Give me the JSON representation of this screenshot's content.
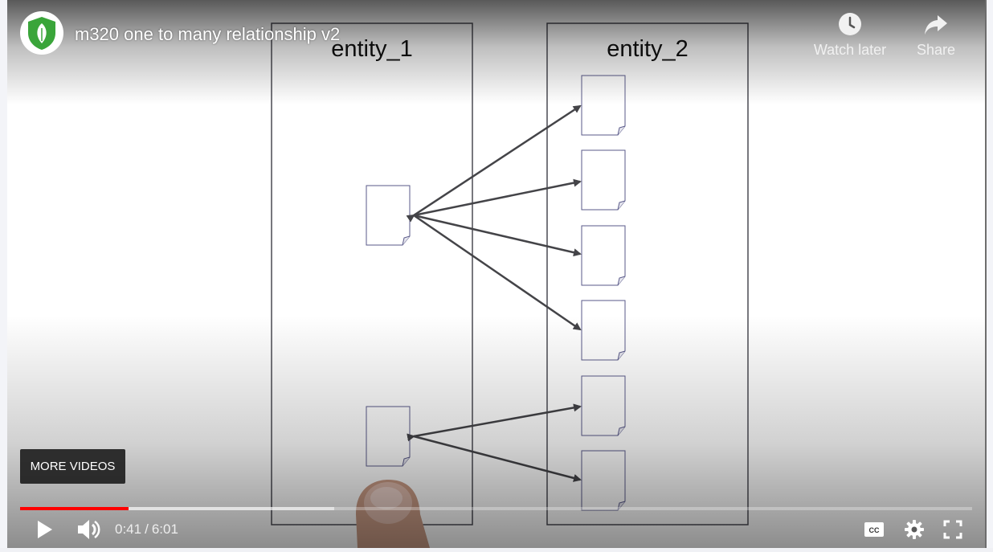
{
  "player": {
    "title": "m320 one to many relationship v2",
    "watch_later_label": "Watch later",
    "share_label": "Share",
    "more_videos_label": "MORE VIDEOS",
    "current_time": "0:41",
    "duration": "6:01",
    "time_separator": "/",
    "progress_played_fraction": 0.114,
    "progress_loaded_fraction": 0.33,
    "colors": {
      "progress": "#ff0000",
      "avatar_shield": "#3aa53a"
    },
    "icons": [
      "leaf-shield-icon",
      "clock-icon",
      "share-arrow-icon",
      "play-icon",
      "volume-icon",
      "captions-icon",
      "gear-icon",
      "fullscreen-icon"
    ]
  },
  "diagram": {
    "left_entity_label": "entity_1",
    "right_entity_label": "entity_2"
  }
}
